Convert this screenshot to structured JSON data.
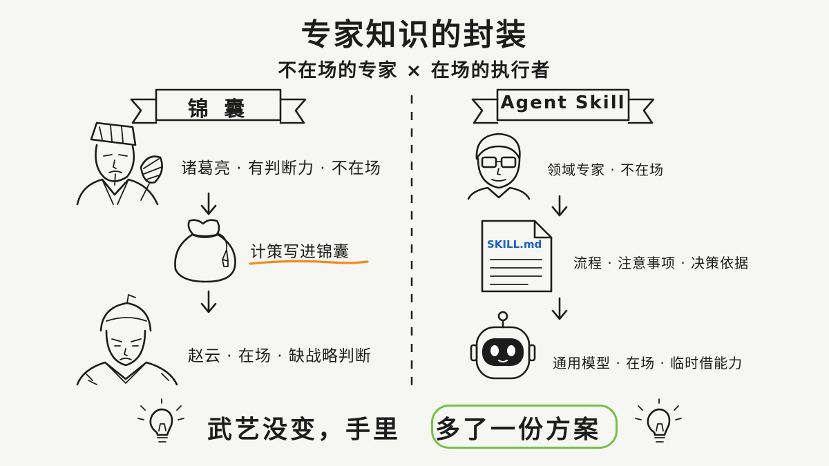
{
  "header": {
    "title": "专家知识的封装",
    "subtitle": "不在场的专家 × 在场的执行者"
  },
  "left": {
    "banner": "锦 囊",
    "expert_label": "诸葛亮 · 有判断力 · 不在场",
    "bag_label": "计策写进锦囊",
    "executor_label": "赵云 · 在场 · 缺战略判断"
  },
  "right": {
    "banner": "Agent Skill",
    "expert_label": "领域专家 · 不在场",
    "file_name": "SKILL.md",
    "file_label": "流程 · 注意事项 · 决策依据",
    "robot_label": "通用模型 · 在场 · 临时借能力"
  },
  "footer": {
    "prefix": "武艺没变，手里",
    "highlight": "多了一份方案"
  },
  "colors": {
    "background": "#f6f6f3",
    "ink": "#1c1c1c",
    "underline": "#f08a1c",
    "highlight_border": "#74c14a",
    "file_label": "#1d5fc4"
  },
  "icons": [
    "lightbulb-icon",
    "lightbulb-icon"
  ]
}
